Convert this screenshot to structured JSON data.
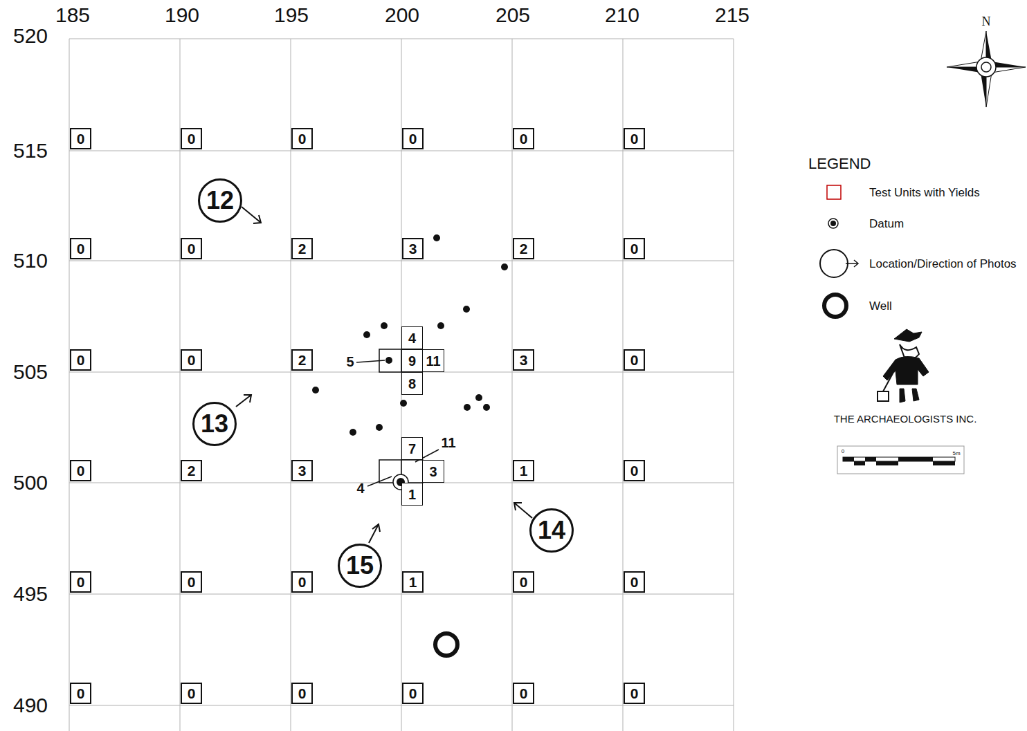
{
  "diagram": {
    "nodes": [
      {
        "text": [
          "0"
        ]
      },
      {
        "text": [
          "0"
        ]
      },
      {
        "text": [
          "0"
        ]
      },
      {
        "text": [
          "0"
        ]
      },
      {
        "text": [
          "0"
        ]
      },
      {
        "text": [
          "0"
        ]
      },
      {
        "text": [
          "0"
        ]
      },
      {
        "text": [
          "0"
        ]
      },
      {
        "text": [
          "2"
        ]
      },
      {
        "text": [
          "3"
        ]
      },
      {
        "text": [
          "2"
        ]
      },
      {
        "text": [
          "0"
        ]
      },
      {
        "text": [
          "0"
        ]
      },
      {
        "text": [
          "0"
        ]
      },
      {
        "text": [
          "2"
        ]
      },
      {
        "text": [
          "4"
        ]
      },
      {
        "text": [
          "9"
        ]
      },
      {
        "text": [
          "11"
        ]
      },
      {
        "text": [
          "8"
        ]
      },
      {
        "text": [
          "3"
        ]
      },
      {
        "text": [
          "0"
        ]
      },
      {
        "text": [
          "7"
        ]
      },
      {
        "text": [
          "0"
        ]
      },
      {
        "text": [
          "2"
        ]
      },
      {
        "text": [
          "3"
        ]
      },
      {
        "text": [
          "3"
        ]
      },
      {
        "text": [
          "1"
        ]
      },
      {
        "text": [
          "0"
        ]
      },
      {
        "text": [
          "1"
        ]
      },
      {
        "text": [
          "0"
        ]
      },
      {
        "text": [
          "0"
        ]
      },
      {
        "text": [
          "0"
        ]
      },
      {
        "text": [
          "1"
        ]
      },
      {
        "text": [
          "0"
        ]
      },
      {
        "text": [
          "0"
        ]
      },
      {
        "text": [
          "0"
        ]
      },
      {
        "text": [
          "0"
        ]
      },
      {
        "text": [
          "0"
        ]
      },
      {
        "text": [
          "0"
        ]
      },
      {
        "text": [
          "0"
        ]
      },
      {
        "text": [
          "0"
        ]
      },
      {
        "text": [
          "12"
        ]
      },
      {
        "text": [
          "13"
        ]
      },
      {
        "text": [
          "14"
        ]
      },
      {
        "text": [
          "15"
        ]
      }
    ],
    "labels": [
      "185",
      "190",
      "195",
      "200",
      "205",
      "210",
      "215",
      "520",
      "515",
      "510",
      "505",
      "500",
      "495",
      "490",
      "5",
      "11",
      "4",
      "N",
      "LEGEND",
      "THE ARCHAEOLOGISTS INC.",
      "0",
      "5m"
    ],
    "legend": [
      {
        "text": "Test Units with Yields"
      },
      {
        "text": "Datum"
      },
      {
        "text": "Location/Direction of Photos"
      },
      {
        "text": "Well"
      }
    ]
  }
}
